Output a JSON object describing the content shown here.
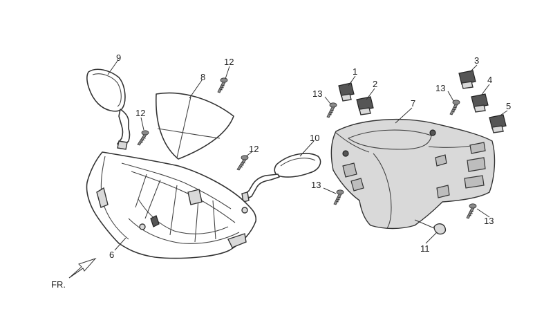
{
  "diagram": {
    "callouts": [
      {
        "id": "c1",
        "label": "1"
      },
      {
        "id": "c2",
        "label": "2"
      },
      {
        "id": "c3",
        "label": "3"
      },
      {
        "id": "c4",
        "label": "4"
      },
      {
        "id": "c5",
        "label": "5"
      },
      {
        "id": "c6",
        "label": "6"
      },
      {
        "id": "c7",
        "label": "7"
      },
      {
        "id": "c8",
        "label": "8"
      },
      {
        "id": "c9",
        "label": "9"
      },
      {
        "id": "c10",
        "label": "10"
      },
      {
        "id": "c11",
        "label": "11"
      },
      {
        "id": "c12a",
        "label": "12"
      },
      {
        "id": "c12b",
        "label": "12"
      },
      {
        "id": "c12c",
        "label": "12"
      },
      {
        "id": "c13a",
        "label": "13"
      },
      {
        "id": "c13b",
        "label": "13"
      },
      {
        "id": "c13c",
        "label": "13"
      },
      {
        "id": "c13d",
        "label": "13"
      }
    ],
    "direction_label": "FR."
  }
}
